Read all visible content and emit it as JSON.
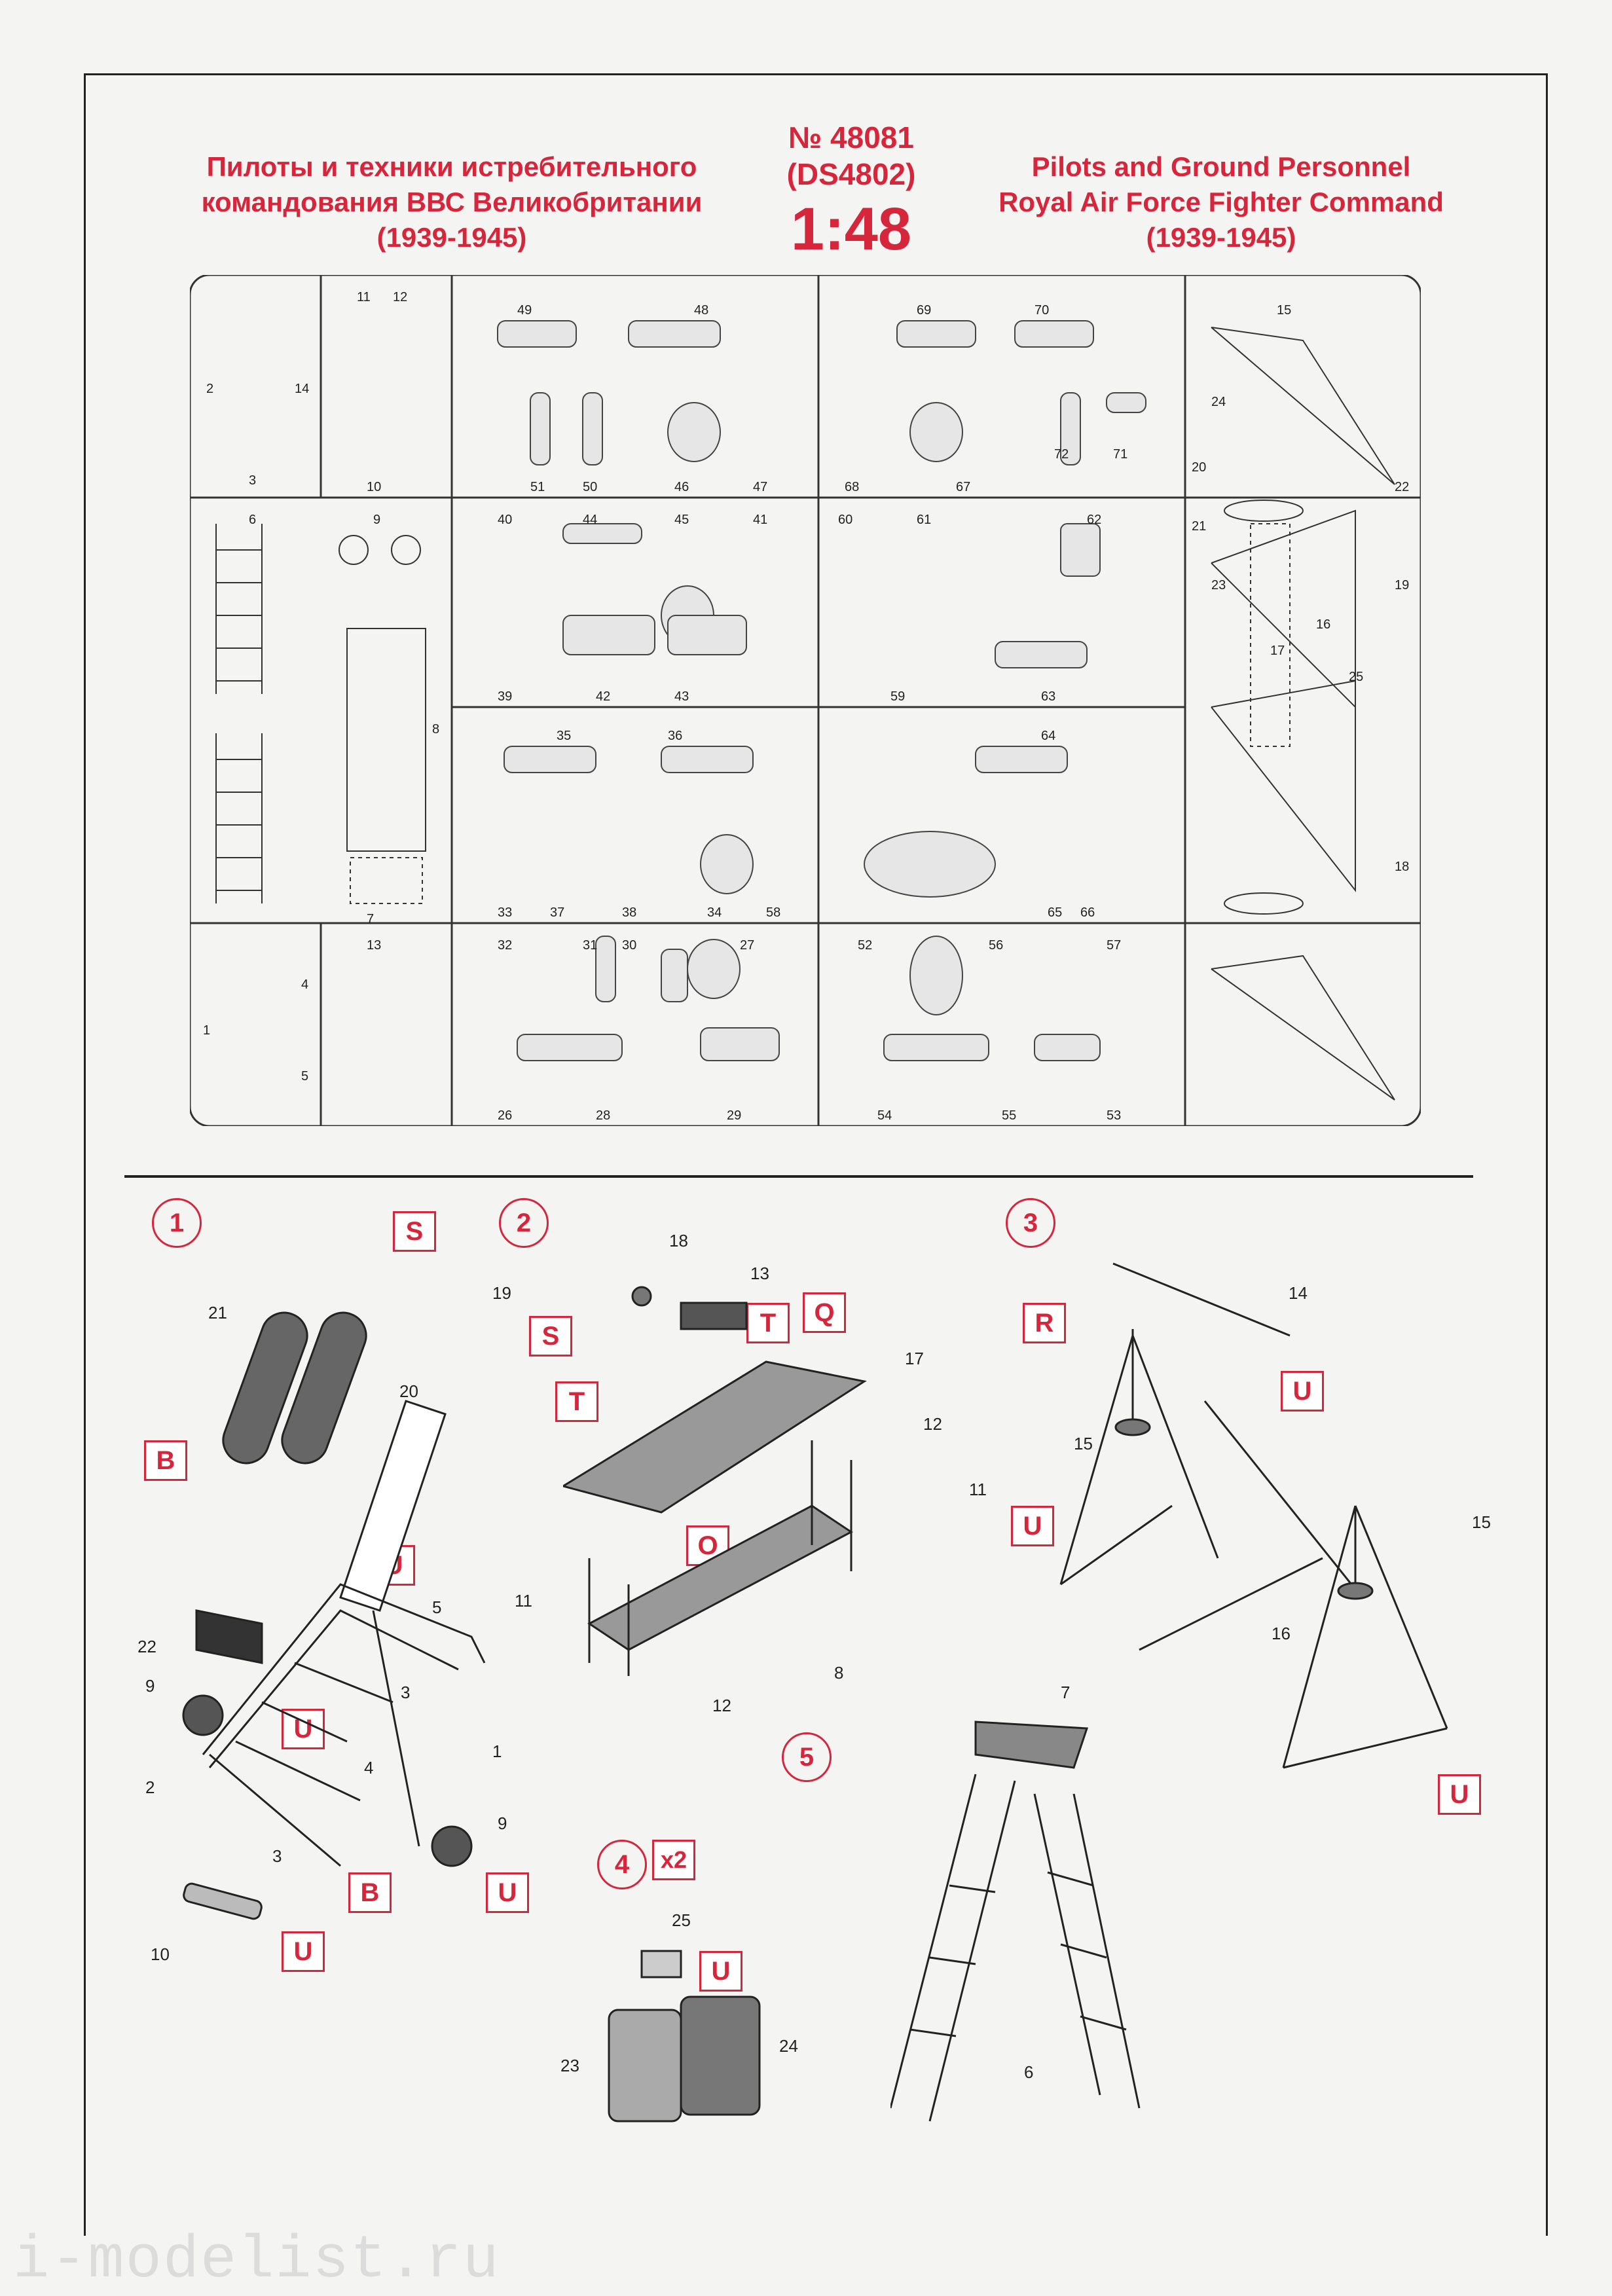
{
  "header": {
    "ru": [
      "Пилоты и техники истребительного",
      "командования ВВС Великобритании",
      "(1939-1945)"
    ],
    "catalog": "№ 48081",
    "code": "(DS4802)",
    "scale": "1:48",
    "en": [
      "Pilots and Ground Personnel",
      "Royal Air Force Fighter Command",
      "(1939-1945)"
    ]
  },
  "sprue_numbers": [
    "11",
    "12",
    "2",
    "14",
    "3",
    "10",
    "49",
    "48",
    "51",
    "50",
    "46",
    "47",
    "69",
    "70",
    "68",
    "67",
    "72",
    "71",
    "15",
    "24",
    "20",
    "22",
    "6",
    "9",
    "8",
    "7",
    "40",
    "44",
    "45",
    "41",
    "39",
    "42",
    "43",
    "60",
    "61",
    "62",
    "59",
    "63",
    "21",
    "23",
    "19",
    "16",
    "17",
    "25",
    "35",
    "36",
    "33",
    "37",
    "38",
    "34",
    "58",
    "64",
    "65",
    "66",
    "18",
    "13",
    "4",
    "1",
    "5",
    "32",
    "31",
    "30",
    "27",
    "26",
    "28",
    "29",
    "52",
    "56",
    "57",
    "54",
    "55",
    "53"
  ],
  "steps": {
    "s1": {
      "num": "1",
      "labels": [
        "S",
        "B",
        "U",
        "U",
        "B",
        "U",
        "U"
      ],
      "parts": [
        "21",
        "20",
        "22",
        "9",
        "2",
        "10",
        "3",
        "4",
        "5",
        "3",
        "1",
        "9"
      ]
    },
    "s2": {
      "num": "2",
      "labels": [
        "S",
        "T",
        "T",
        "Q",
        "O"
      ],
      "parts": [
        "19",
        "18",
        "13",
        "17",
        "12",
        "11",
        "11",
        "8",
        "12"
      ]
    },
    "s3": {
      "num": "3",
      "labels": [
        "R",
        "U",
        "U",
        "U"
      ],
      "parts": [
        "14",
        "15",
        "15",
        "16"
      ]
    },
    "s4": {
      "num": "4",
      "mult": "x2",
      "labels": [
        "U"
      ],
      "parts": [
        "25",
        "23",
        "24"
      ]
    },
    "s5": {
      "num": "5",
      "parts": [
        "7",
        "6"
      ]
    }
  },
  "watermark": "i-modelist.ru"
}
